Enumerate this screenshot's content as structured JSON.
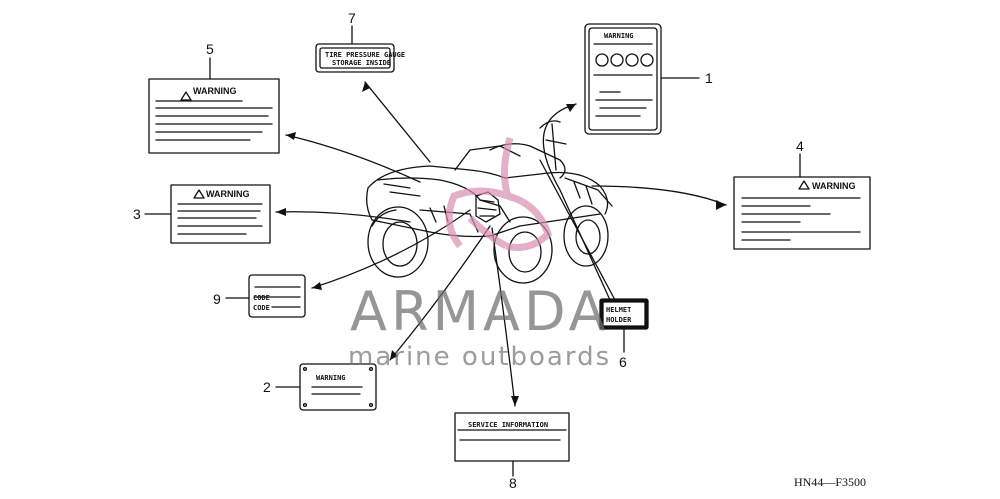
{
  "callouts": {
    "c1": "1",
    "c2": "2",
    "c3": "3",
    "c4": "4",
    "c5": "5",
    "c6": "6",
    "c7": "7",
    "c8": "8",
    "c9": "9"
  },
  "labels": {
    "warning": "WARNING",
    "label1_head": "WARNING",
    "label2_head": "WARNING",
    "label7_line1": "TIRE PRESSURE GAUGE",
    "label7_line2": "STORAGE INSIDE",
    "label8_line1": "SERVICE INFORMATION",
    "label6_line1": "HELMET",
    "label6_line2": "HOLDER",
    "label9_line1": "CODE",
    "label9_line2": "CODE"
  },
  "watermark": {
    "brand": "ARMADA",
    "tagline": "marine outboards",
    "accent_color": "#d98fb0"
  },
  "diagram_code": "HN44—F3500"
}
